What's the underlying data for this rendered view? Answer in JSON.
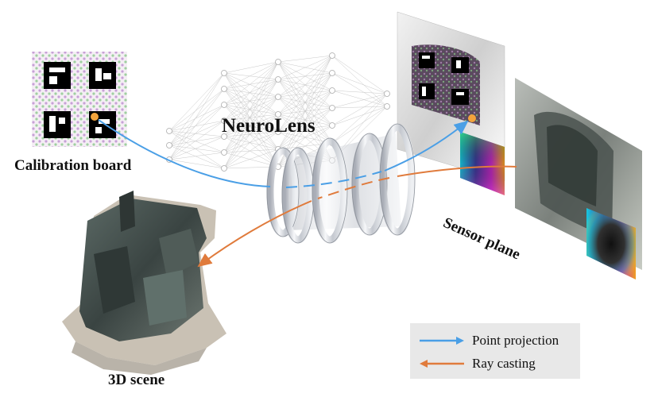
{
  "labels": {
    "calibration_board": "Calibration board",
    "neurolens": "NeuroLens",
    "sensor_plane": "Sensor plane",
    "scene_3d": "3D scene"
  },
  "legend": {
    "items": [
      {
        "label": "Point projection",
        "color": "#4a9fe6"
      },
      {
        "label": "Ray casting",
        "color": "#e07b3c"
      }
    ]
  },
  "colors": {
    "point_projection": "#4a9fe6",
    "ray_casting": "#e07b3c",
    "keypoint": "#f3a33c",
    "board_dot_a": "#c8a0d8",
    "board_dot_b": "#9fd0a0"
  }
}
